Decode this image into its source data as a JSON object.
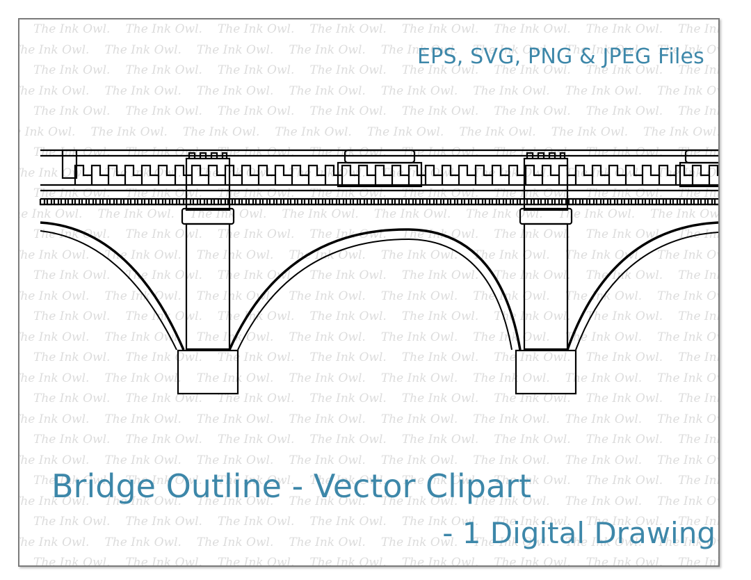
{
  "watermark_text": "The Ink Owl.",
  "badge_text": "EPS, SVG, PNG & JPEG Files",
  "title_line1": "Bridge Outline - Vector Clipart",
  "title_line2": "- 1 Digital Drawing",
  "colors": {
    "title": "#3d87a9",
    "watermark": "#dcdcdc",
    "outline": "#000000",
    "frame": "#7a7a7a"
  },
  "illustration": "bridge-outline-arches"
}
